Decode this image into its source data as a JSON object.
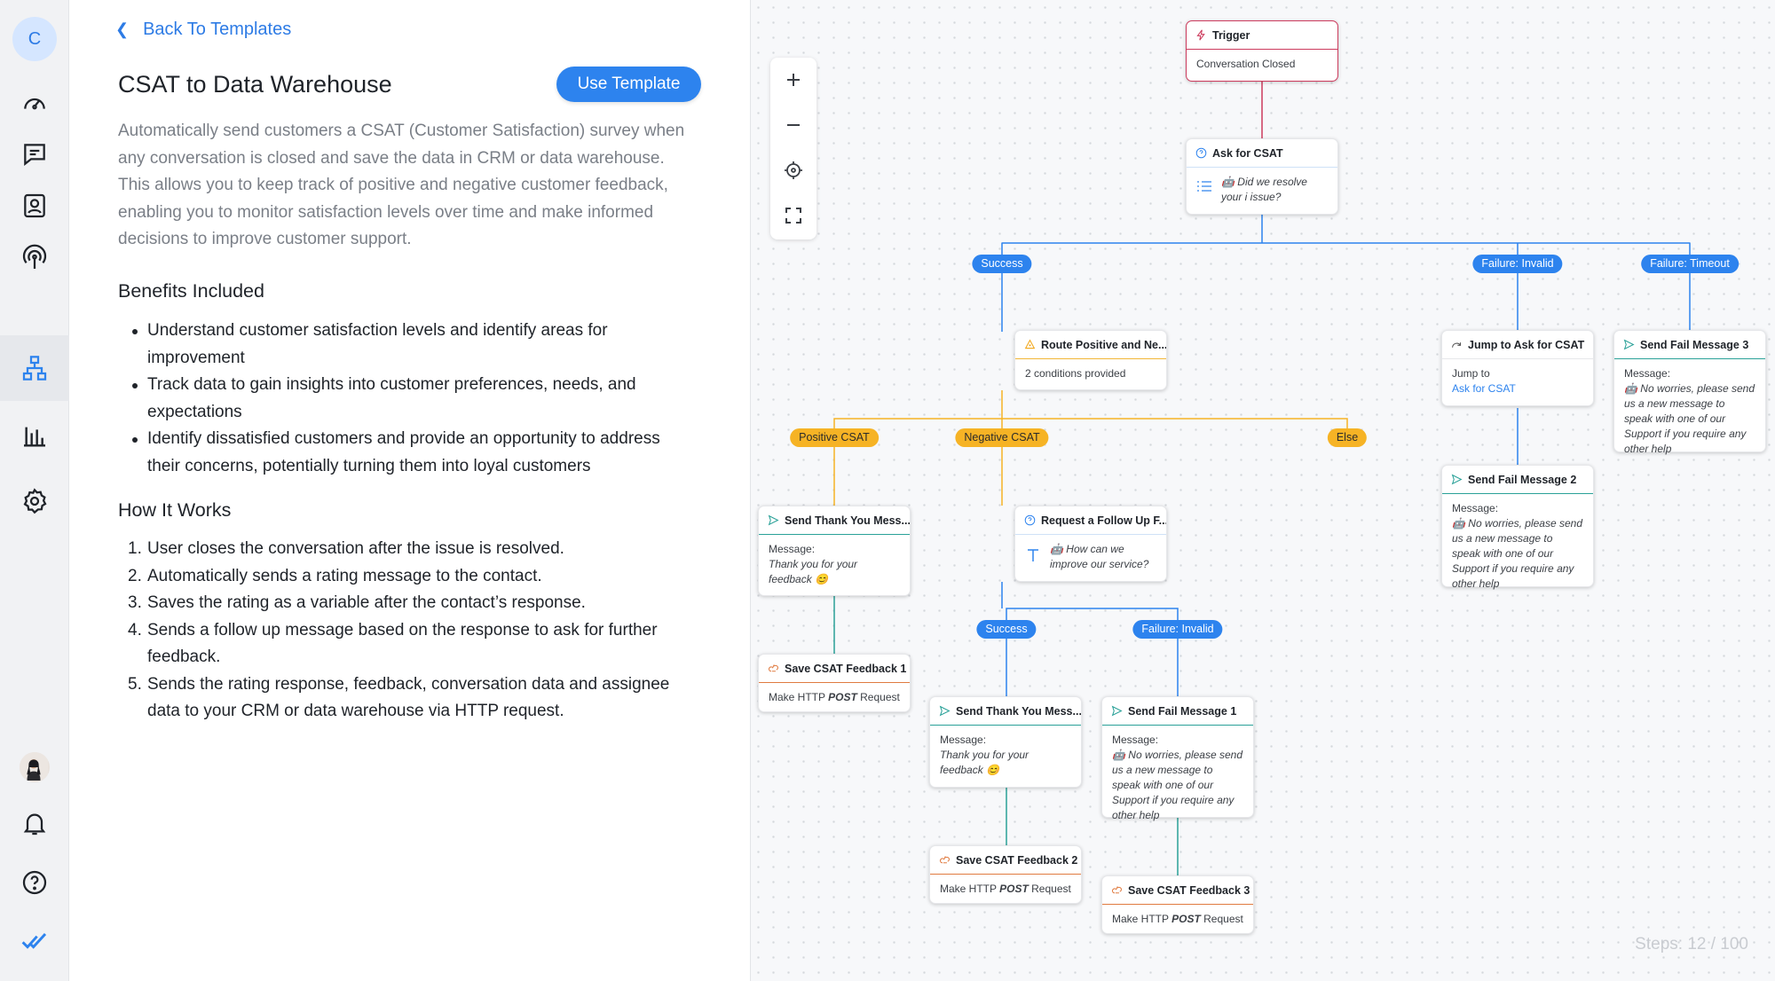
{
  "sidebar": {
    "avatar_letter": "C",
    "icons": [
      "dashboard-icon",
      "conversations-icon",
      "contacts-icon",
      "broadcast-icon",
      "workflows-icon",
      "reports-icon",
      "settings-icon",
      "user-avatar",
      "notifications-icon",
      "help-icon",
      "brand-logo-icon"
    ],
    "active": "workflows-icon"
  },
  "panel": {
    "back_label": "Back To Templates",
    "title": "CSAT to Data Warehouse",
    "use_template_label": "Use Template",
    "description": "Automatically send customers a CSAT (Customer Satisfaction) survey when any conversation is closed and save the data in CRM or data warehouse. This allows you to keep track of positive and negative customer feedback, enabling you to monitor satisfaction levels over time and make informed decisions to improve customer support.",
    "benefits_heading": "Benefits Included",
    "benefits": [
      "Understand customer satisfaction levels and identify areas for improvement",
      "Track data to gain insights into customer preferences, needs, and expectations",
      "Identify dissatisfied customers and provide an opportunity to address their concerns, potentially turning them into loyal customers"
    ],
    "how_heading": "How It Works",
    "steps": [
      "User closes the conversation after the issue is resolved.",
      "Automatically sends a rating message to the contact.",
      "Saves the rating as a variable after the contact’s response.",
      "Sends a follow up message based on the response to ask for further feedback.",
      "Sends the rating response, feedback, conversation data and assignee data to your CRM or data warehouse via HTTP request."
    ]
  },
  "canvas": {
    "steps_label": "Steps:",
    "steps_count": "12 / 100",
    "nodes": {
      "trigger": {
        "title": "Trigger",
        "body": "Conversation Closed"
      },
      "ask_csat": {
        "title": "Ask for CSAT",
        "body": "🤖 Did we resolve your i issue?"
      },
      "route": {
        "title": "Route Positive and Ne...",
        "body": "2 conditions provided"
      },
      "jump": {
        "title": "Jump to Ask for CSAT",
        "label": "Jump to",
        "link": "Ask for CSAT"
      },
      "fail3": {
        "title": "Send Fail Message 3",
        "label": "Message:",
        "body": "🤖 No worries, please send us a new message to speak with one of our Support if you require any other help"
      },
      "fail2": {
        "title": "Send Fail Message 2",
        "label": "Message:",
        "body": "🤖 No worries, please send us a new message to speak with one of our Support if you require any other help"
      },
      "thanks1": {
        "title": "Send Thank You Mess...",
        "label": "Message:",
        "body": "Thank you for your feedback 😊"
      },
      "followup": {
        "title": "Request a Follow Up F...",
        "body": "🤖 How can we improve our service?"
      },
      "save1": {
        "title": "Save CSAT Feedback 1",
        "pre": "Make HTTP ",
        "method": "POST",
        "post": " Request"
      },
      "thanks2": {
        "title": "Send Thank You Mess...",
        "label": "Message:",
        "body": "Thank you for your feedback 😊"
      },
      "fail1": {
        "title": "Send Fail Message 1",
        "label": "Message:",
        "body": "🤖 No worries, please send us a new message to speak with one of our Support if you require any other help"
      },
      "save2": {
        "title": "Save CSAT Feedback 2",
        "pre": "Make HTTP ",
        "method": "POST",
        "post": " Request"
      },
      "save3": {
        "title": "Save CSAT Feedback 3",
        "pre": "Make HTTP ",
        "method": "POST",
        "post": " Request"
      }
    },
    "branches": {
      "success": "Success",
      "fail_invalid": "Failure: Invalid",
      "fail_timeout": "Failure: Timeout",
      "positive": "Positive CSAT",
      "negative": "Negative CSAT",
      "else": "Else",
      "success2": "Success",
      "fail_invalid2": "Failure: Invalid"
    },
    "colors": {
      "accent": "#2d83ee",
      "trigger": "#cc3b5d",
      "condition": "#f6b325",
      "message": "#2aa198",
      "http": "#e07b40"
    }
  }
}
